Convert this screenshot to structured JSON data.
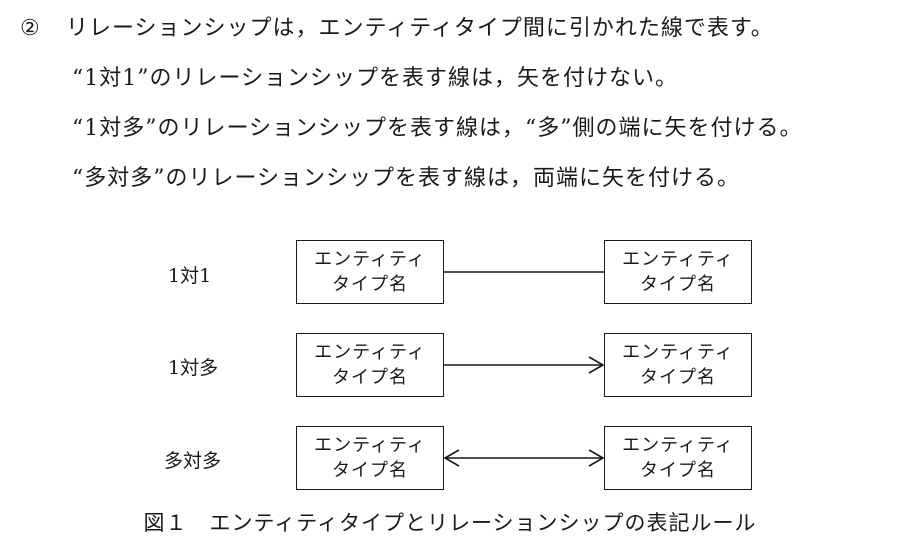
{
  "rule": {
    "marker": "②",
    "lines": [
      "リレーションシップは，エンティティタイプ間に引かれた線で表す。",
      "“1対1”のリレーションシップを表す線は，矢を付けない。",
      "“1対多”のリレーションシップを表す線は，“多”側の端に矢を付ける。",
      "“多対多”のリレーションシップを表す線は，両端に矢を付ける。"
    ]
  },
  "diagram": {
    "rows": [
      {
        "label": "1対1",
        "left_box": [
          "エンティティ",
          "タイプ名"
        ],
        "right_box": [
          "エンティティ",
          "タイプ名"
        ],
        "arrow_left": false,
        "arrow_right": false
      },
      {
        "label": "1対多",
        "left_box": [
          "エンティティ",
          "タイプ名"
        ],
        "right_box": [
          "エンティティ",
          "タイプ名"
        ],
        "arrow_left": false,
        "arrow_right": true
      },
      {
        "label": "多対多",
        "left_box": [
          "エンティティ",
          "タイプ名"
        ],
        "right_box": [
          "エンティティ",
          "タイプ名"
        ],
        "arrow_left": true,
        "arrow_right": true
      }
    ],
    "caption": "図１　エンティティタイプとリレーションシップの表記ルール"
  }
}
